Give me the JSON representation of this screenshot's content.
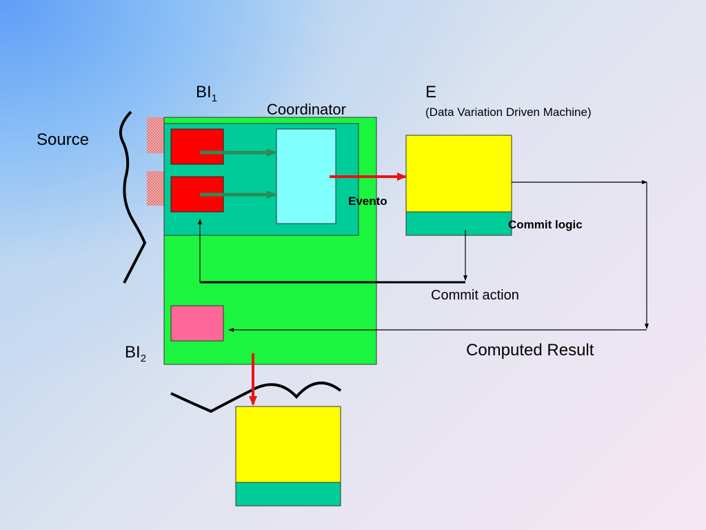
{
  "labels": {
    "bi1_main": "BI",
    "bi1_sub": "1",
    "bi2_main": "BI",
    "bi2_sub": "2",
    "coordinator": "Coordinator",
    "e_title": "E",
    "e_subtitle": "(Data Variation Driven Machine)",
    "source": "Source",
    "evento": "Evento",
    "commit_logic": "Commit logic",
    "commit_action": "Commit action",
    "computed_result": "Computed Result"
  },
  "colors": {
    "bi_block": "#1cf53f",
    "coordinator_panel": "#00cc99",
    "source_box": "#ff0000",
    "coordinator_box": "#80ffff",
    "machine_body": "#ffff00",
    "machine_base": "#00cc99",
    "result_box": "#ff6699",
    "event_arrow": "#ff0000",
    "inner_arrow": "#2e8b57"
  }
}
